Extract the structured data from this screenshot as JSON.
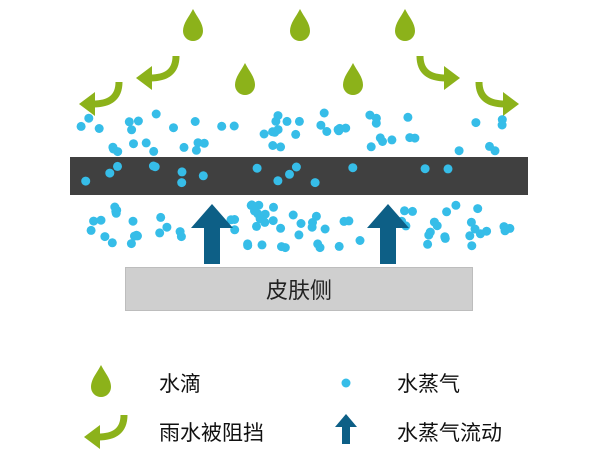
{
  "colors": {
    "drop": "#8cb21a",
    "vapor": "#36bde8",
    "membrane": "#404040",
    "arrow_up": "#0d5f86",
    "skin_bg": "#cfcfcf"
  },
  "skin_label": "皮肤侧",
  "legend": {
    "drop_label": "水滴",
    "vapor_label": "水蒸气",
    "blocked_label": "雨水被阻挡",
    "flow_label": "水蒸气流动"
  },
  "icons": {
    "drop": "water-drop-icon",
    "vapor": "vapor-dot-icon",
    "blocked": "curved-arrow-icon",
    "flow": "up-arrow-icon"
  }
}
